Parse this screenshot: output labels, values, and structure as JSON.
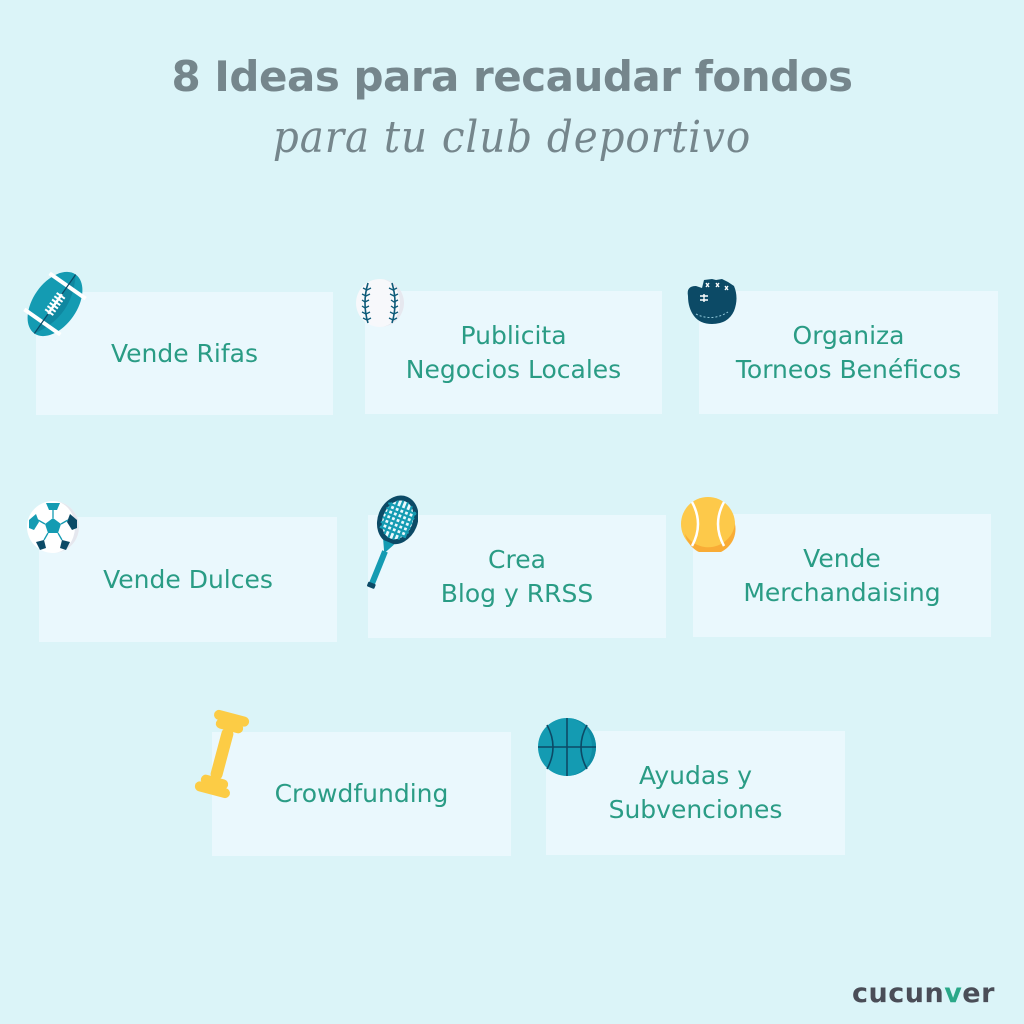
{
  "header": {
    "title": "8 Ideas para recaudar fondos",
    "subtitle": "para tu club deportivo"
  },
  "colors": {
    "background": "#dbf4f8",
    "card": "#eaf8fd",
    "label_text": "#2a9c85",
    "title_text": "#75868c",
    "teal_icon": "#149bb2",
    "navy_icon": "#0c4a66",
    "yellow_icon": "#fccc45"
  },
  "ideas": [
    {
      "label": "Vende Rifas",
      "icon": "rugby-ball-icon"
    },
    {
      "label": "Publicita\nNegocios Locales",
      "icon": "baseball-icon"
    },
    {
      "label": "Organiza\nTorneos Benéficos",
      "icon": "baseball-glove-icon"
    },
    {
      "label": "Vende Dulces",
      "icon": "soccer-ball-icon"
    },
    {
      "label": "Crea\nBlog y RRSS",
      "icon": "tennis-racket-icon"
    },
    {
      "label": "Vende\nMerchandaising",
      "icon": "tennis-ball-icon"
    },
    {
      "label": "Crowdfunding",
      "icon": "dumbbell-icon"
    },
    {
      "label": "Ayudas y\nSubvenciones",
      "icon": "basketball-icon"
    }
  ],
  "logo": {
    "prefix": "cucun",
    "accent": "v",
    "suffix": "er"
  }
}
